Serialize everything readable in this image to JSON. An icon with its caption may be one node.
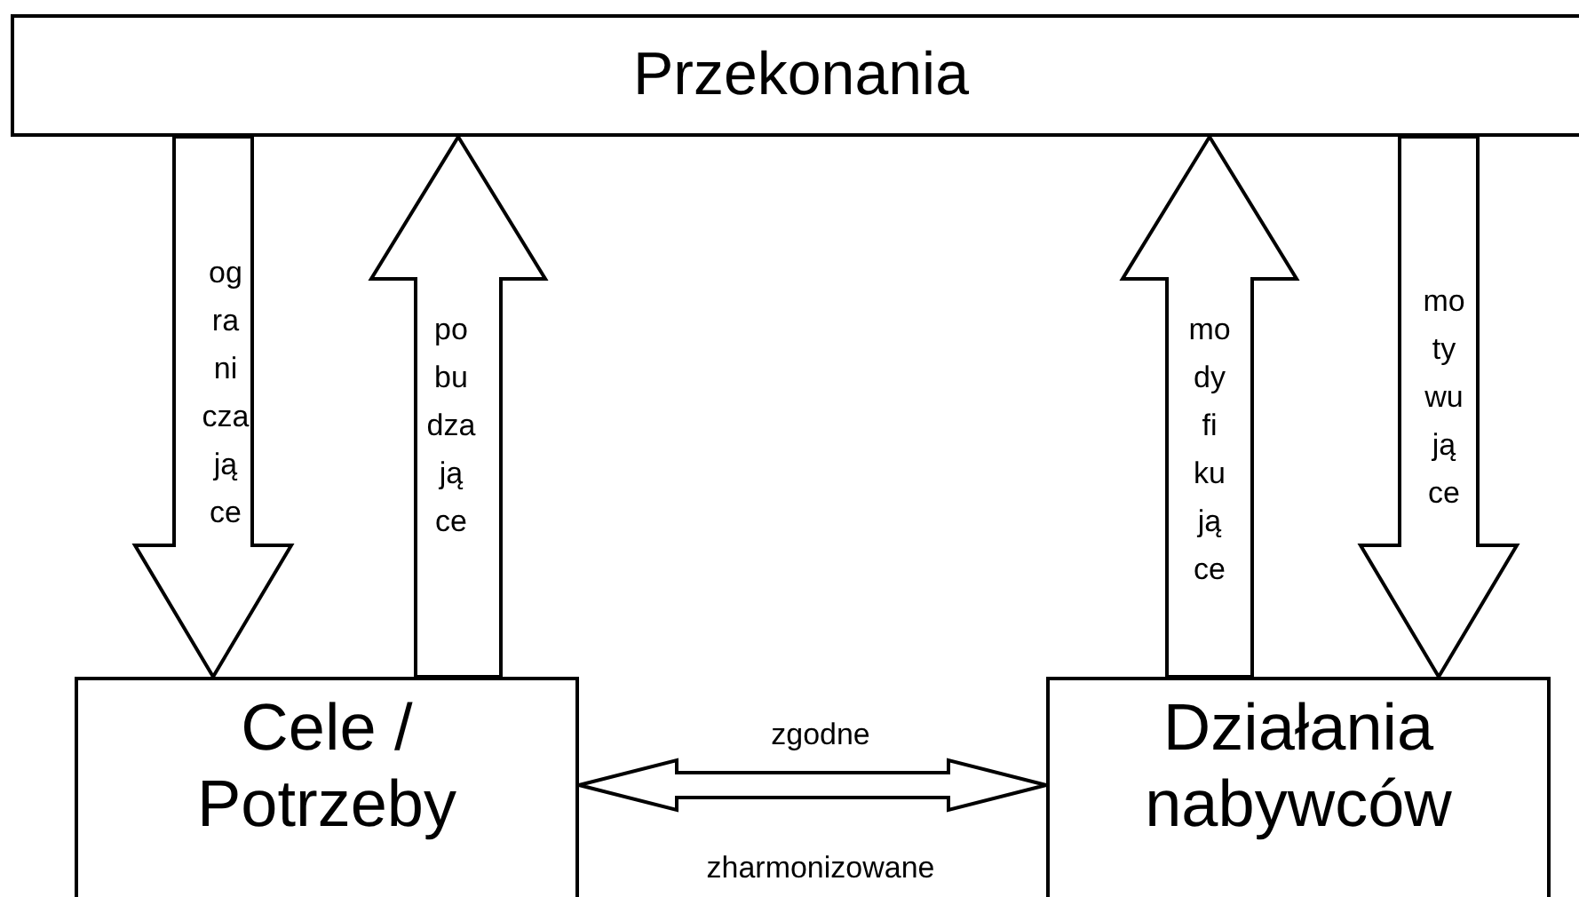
{
  "diagram": {
    "nodes": [
      {
        "text": [
          "Przekonania"
        ]
      },
      {
        "text": [
          "Cele / Potrzeby"
        ]
      },
      {
        "text": [
          "Działania nabywców"
        ]
      }
    ],
    "edges": [
      {
        "from": 0,
        "to": 1,
        "arrow": "to",
        "label": "og ra ni cza ją ce"
      },
      {
        "from": 1,
        "to": 0,
        "arrow": "to",
        "label": "po bu dza ją ce"
      },
      {
        "from": 2,
        "to": 0,
        "arrow": "to",
        "label": "mo dy fi ku ją ce"
      },
      {
        "from": 0,
        "to": 2,
        "arrow": "to",
        "label": "mo ty wu ją ce"
      },
      {
        "from": 1,
        "to": 2,
        "arrow": "both",
        "label": "zgodne"
      }
    ],
    "labels": [
      "zharmonizowane"
    ]
  }
}
